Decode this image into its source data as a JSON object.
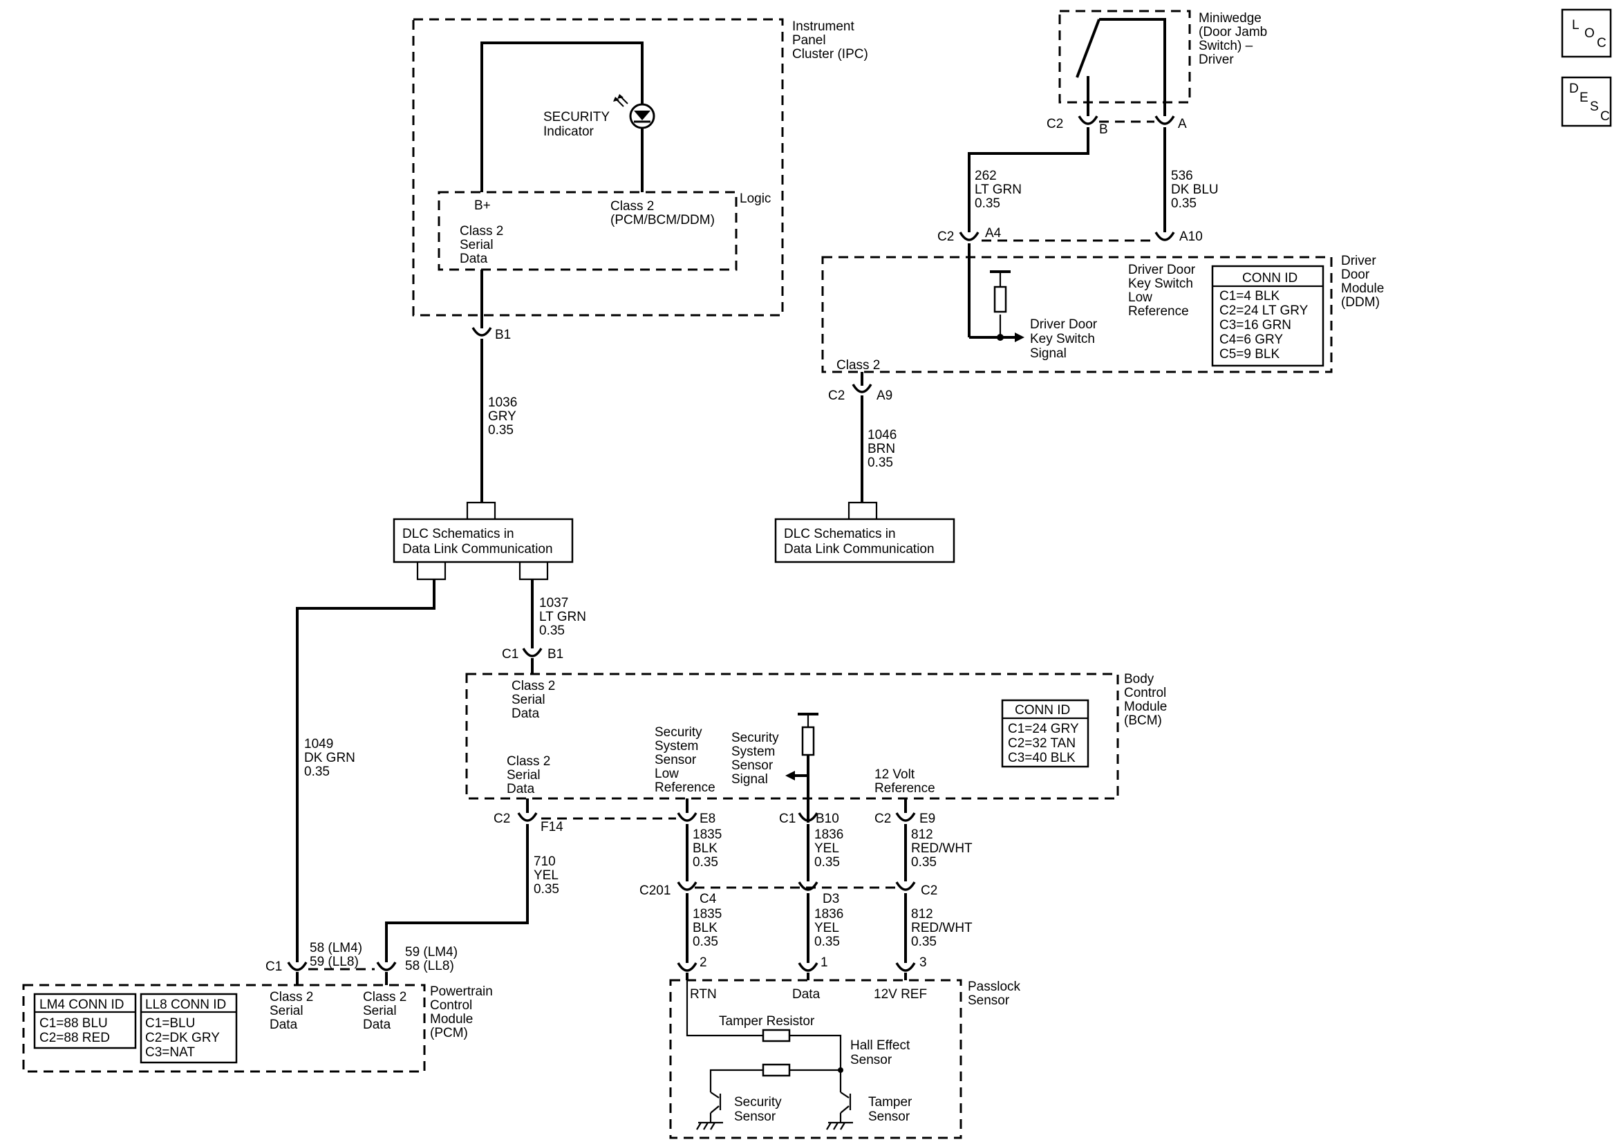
{
  "loc_desc": {
    "loc": [
      "L",
      "O",
      "C"
    ],
    "desc": [
      "D",
      "E",
      "S",
      "C"
    ]
  },
  "ipc": {
    "name": [
      "Instrument",
      "Panel",
      "Cluster (IPC)"
    ],
    "security_indicator": [
      "SECURITY",
      "Indicator"
    ],
    "logic": "Logic",
    "b_plus": "B+",
    "class2_right": [
      "Class 2",
      "(PCM/BCM/DDM)"
    ],
    "class2_serial": [
      "Class 2",
      "Serial",
      "Data"
    ],
    "connector": "B1"
  },
  "wire_1036": [
    "1036",
    "GRY",
    "0.35"
  ],
  "dlc_left": [
    "DLC Schematics in",
    "Data Link Communication"
  ],
  "dlc_right": [
    "DLC Schematics in",
    "Data Link Communication"
  ],
  "wire_1037": [
    "1037",
    "LT GRN",
    "0.35"
  ],
  "wire_1049": [
    "1049",
    "DK GRN",
    "0.35"
  ],
  "miniwedge": {
    "name": [
      "Miniwedge",
      "(Door Jamb",
      "Switch) –",
      "Driver"
    ],
    "conn_c2": "C2",
    "pin_b": "B",
    "pin_a": "A"
  },
  "wire_262": [
    "262",
    "LT GRN",
    "0.35"
  ],
  "wire_536": [
    "536",
    "DK BLU",
    "0.35"
  ],
  "ddm": {
    "name": [
      "Driver",
      "Door",
      "Module",
      "(DDM)"
    ],
    "conn_c2": "C2",
    "pin_a4": "A4",
    "pin_a10": "A10",
    "key_switch_low_ref": [
      "Driver Door",
      "Key Switch",
      "Low",
      "Reference"
    ],
    "key_switch_signal": [
      "Driver Door",
      "Key Switch",
      "Signal"
    ],
    "class2": "Class 2",
    "bottom_conn": "C2",
    "bottom_pin": "A9",
    "conn_id_title": "CONN ID",
    "conn_id": [
      "C1=4 BLK",
      "C2=24 LT GRY",
      "C3=16 GRN",
      "C4=6 GRY",
      "C5=9 BLK"
    ]
  },
  "wire_1046": [
    "1046",
    "BRN",
    "0.35"
  ],
  "bcm": {
    "name": [
      "Body",
      "Control",
      "Module",
      "(BCM)"
    ],
    "top_conn": "C1",
    "top_pin": "B1",
    "class2_top": [
      "Class 2",
      "Serial",
      "Data"
    ],
    "class2_bottom": [
      "Class 2",
      "Serial",
      "Data"
    ],
    "sensor_low_ref": [
      "Security",
      "System",
      "Sensor",
      "Low",
      "Reference"
    ],
    "sensor_signal": [
      "Security",
      "System",
      "Sensor",
      "Signal"
    ],
    "volt_ref": [
      "12 Volt",
      "Reference"
    ],
    "conn_id_title": "CONN ID",
    "conn_id": [
      "C1=24 GRY",
      "C2=32 TAN",
      "C3=40 BLK"
    ],
    "c2_label": "C2",
    "f14": "F14",
    "e8": "E8",
    "c1_label": "C1",
    "b10": "B10",
    "c2_label_b": "C2",
    "e9": "E9"
  },
  "wire_710": [
    "710",
    "YEL",
    "0.35"
  ],
  "wire_1835_top": [
    "1835",
    "BLK",
    "0.35"
  ],
  "wire_1836_top": [
    "1836",
    "YEL",
    "0.35"
  ],
  "wire_812_top": [
    "812",
    "RED/WHT",
    "0.35"
  ],
  "c201": {
    "label": "C201",
    "c4": "C4",
    "d3": "D3",
    "c2": "C2"
  },
  "wire_1835_bot": [
    "1835",
    "BLK",
    "0.35"
  ],
  "wire_1836_bot": [
    "1836",
    "YEL",
    "0.35"
  ],
  "wire_812_bot": [
    "812",
    "RED/WHT",
    "0.35"
  ],
  "pcm": {
    "name": [
      "Powertrain",
      "Control",
      "Module",
      "(PCM)"
    ],
    "c1": "C1",
    "wire_left": [
      "58 (LM4)",
      "59 (LL8)"
    ],
    "wire_right": [
      "59 (LM4)",
      "58 (LL8)"
    ],
    "class2_a": [
      "Class 2",
      "Serial",
      "Data"
    ],
    "class2_b": [
      "Class 2",
      "Serial",
      "Data"
    ],
    "lm4_title": "LM4 CONN ID",
    "lm4": [
      "C1=88 BLU",
      "C2=88 RED"
    ],
    "ll8_title": "LL8 CONN ID",
    "ll8": [
      "C1=BLU",
      "C2=DK GRY",
      "C3=NAT"
    ]
  },
  "passlock": {
    "name": [
      "Passlock",
      "Sensor"
    ],
    "pin2": "2",
    "pin1": "1",
    "pin3": "3",
    "rtn": "RTN",
    "data": "Data",
    "ref": "12V REF",
    "tamper_resistor": "Tamper Resistor",
    "hall_effect": [
      "Hall Effect",
      "Sensor"
    ],
    "security_sensor": [
      "Security",
      "Sensor"
    ],
    "tamper_sensor": [
      "Tamper",
      "Sensor"
    ]
  }
}
